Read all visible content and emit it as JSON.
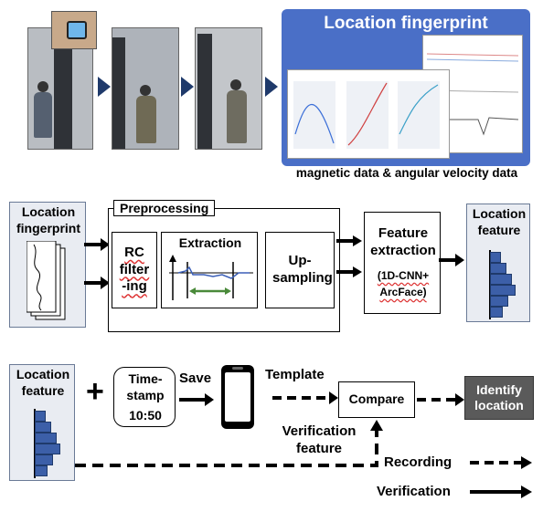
{
  "panel": {
    "title": "Location fingerprint",
    "caption": "magnetic data & angular velocity data",
    "bg_color": "#4a6fc7"
  },
  "pipeline": {
    "input_label": "Location fingerprint",
    "preprocessing_title": "Preprocessing",
    "rc_filter_label": "RC filter -ing",
    "extraction_label": "Extraction",
    "upsampling_label": "Up- sampling",
    "feature_extraction_label": "Feature extraction",
    "model_label": "(1D-CNN+ ArcFace)",
    "output_label": "Location feature"
  },
  "bottom": {
    "location_feature_label": "Location feature",
    "plus_symbol": "+",
    "timestamp_label": "Time- stamp",
    "timestamp_value": "10:50",
    "save_label": "Save",
    "template_label": "Template",
    "compare_label": "Compare",
    "identify_label": "Identify location",
    "verification_feature_label": "Verification feature",
    "legend_recording": "Recording",
    "legend_verification": "Verification"
  },
  "colors": {
    "bar_fill": "#3c5fa8",
    "arrow_dark": "#1f3a6b",
    "identify_bg": "#5a5a5a",
    "extraction_green": "#4a8a3a"
  }
}
